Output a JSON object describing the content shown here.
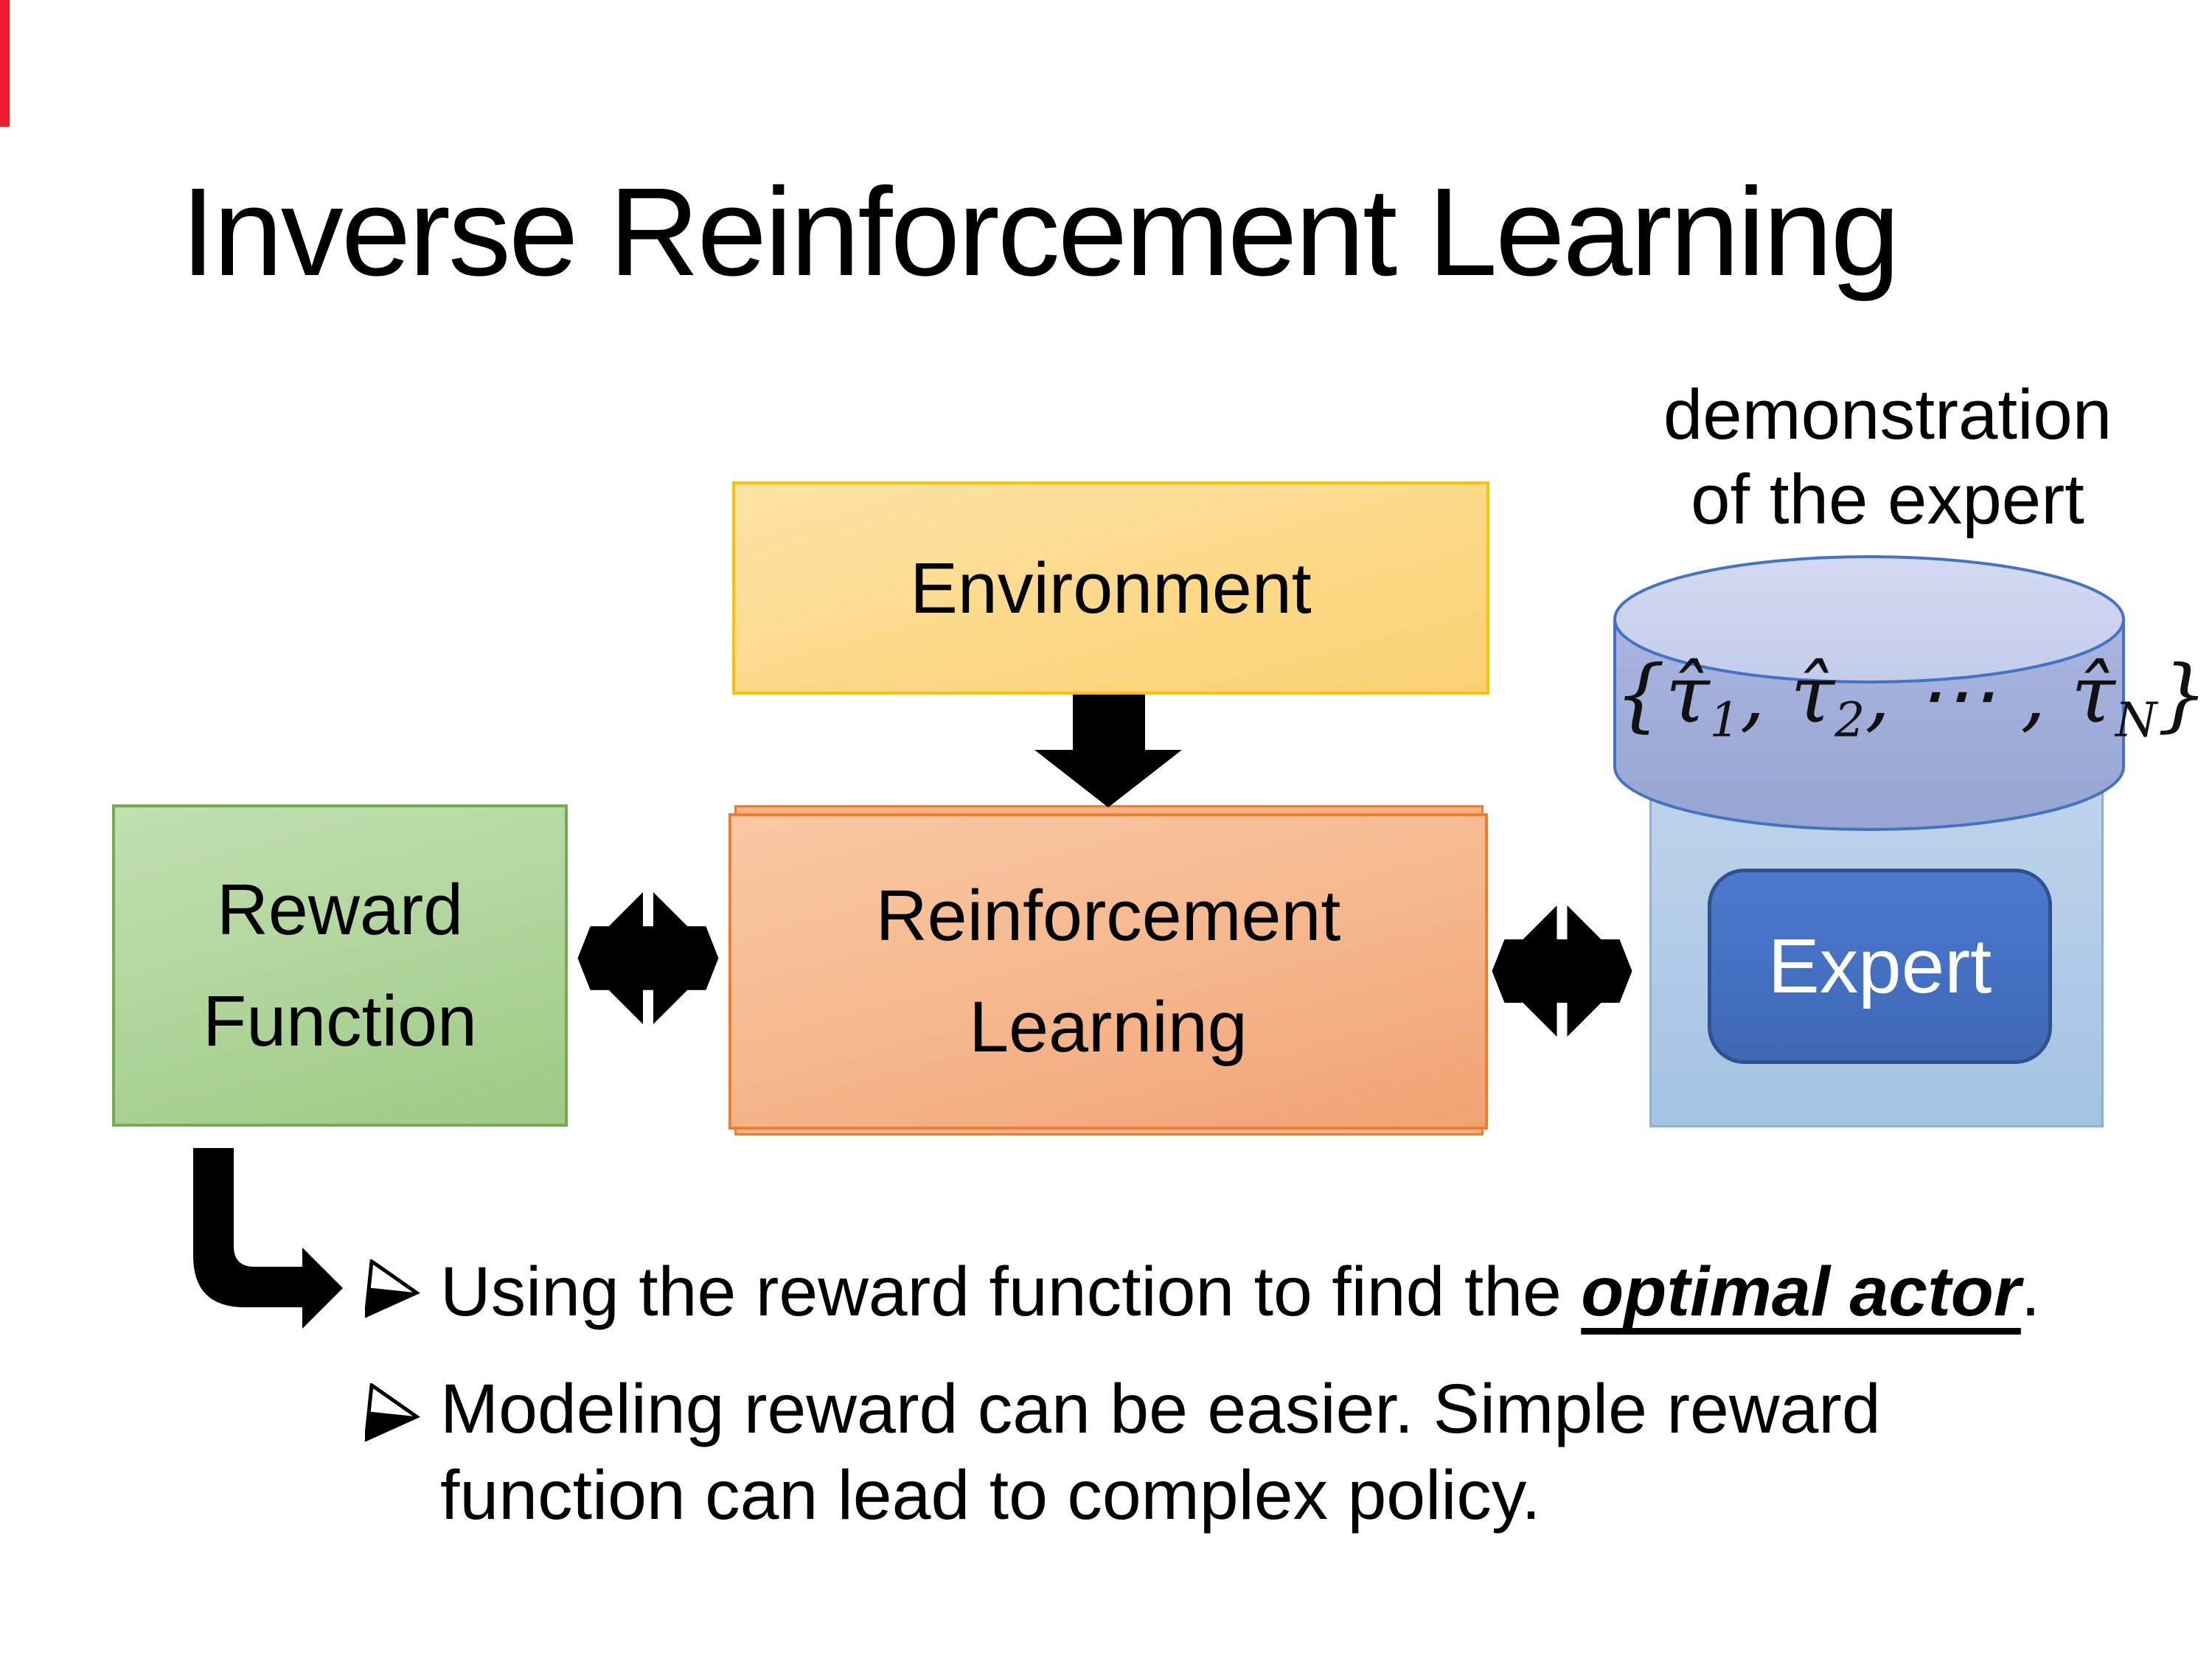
{
  "slide": {
    "title": "Inverse Reinforcement Learning"
  },
  "diagram": {
    "demonstration_label": {
      "line1": "demonstration",
      "line2": "of the expert"
    },
    "environment": {
      "label": "Environment"
    },
    "reinforcement_learning": {
      "line1": "Reinforcement",
      "line2": "Learning"
    },
    "reward_function": {
      "line1": "Reward",
      "line2": "Function"
    },
    "expert": {
      "label": "Expert"
    },
    "formula": {
      "open": "{",
      "t1": "τ̂",
      "s1": "1",
      "sep1": ", ",
      "t2": "τ̂",
      "s2": "2",
      "sep2": ", ⋯ , ",
      "tN": "τ̂",
      "sN": "N",
      "close": "}"
    },
    "colors": {
      "environment_fill": "#FBD172",
      "environment_border": "#FFC000",
      "rl_fill": "#F5B68B",
      "rl_border": "#ED7D31",
      "reward_fill": "#AED49A",
      "reward_border": "#71AC50",
      "cylinder_fill": "#9FABD9",
      "cylinder_top_fill": "#CCD4EE",
      "cylinder_border": "#4472C4",
      "expert_container_fill": "#B1CBE7",
      "expert_container_border": "#8FAFD8",
      "expert_fill": "#4472C4",
      "expert_border": "#2F528F",
      "arrow_color": "#000000",
      "corner_mark_color": "#ED1B2E"
    }
  },
  "bullets": {
    "glyph": "➢",
    "item1": {
      "prefix": "Using the reward function to find the ",
      "emphasis": "optimal actor",
      "suffix": "."
    },
    "item2": {
      "line1": "Modeling reward can be easier. Simple reward",
      "line2": "function can lead to complex policy."
    }
  }
}
